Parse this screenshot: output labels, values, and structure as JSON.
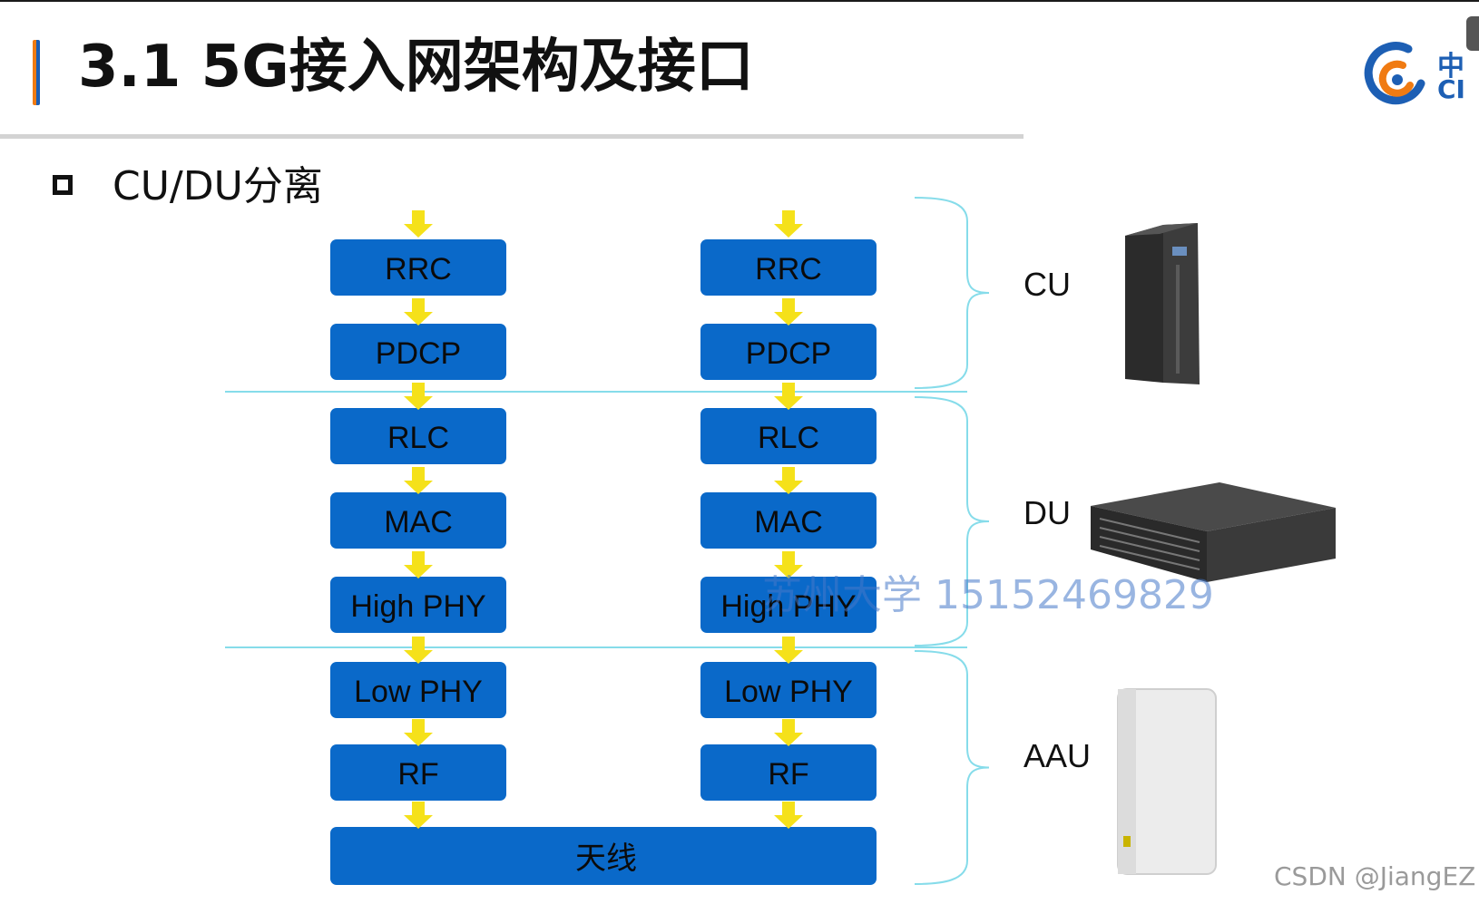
{
  "header": {
    "title": "3.1 5G接入网架构及接口",
    "logo_line1": "中",
    "logo_line2": "CI",
    "accent_orange": "#f07b12",
    "accent_blue": "#1d5fb4"
  },
  "section": {
    "subtitle": "CU/DU分离"
  },
  "diagram": {
    "stack_left": [
      "RRC",
      "PDCP",
      "RLC",
      "MAC",
      "High PHY",
      "Low PHY",
      "RF"
    ],
    "stack_right": [
      "RRC",
      "PDCP",
      "RLC",
      "MAC",
      "High PHY",
      "Low PHY",
      "RF"
    ],
    "antenna": "天线",
    "groups": [
      "CU",
      "DU",
      "AAU"
    ],
    "box_color": "#0a69c9",
    "arrow_color": "#f5e11a",
    "divider_color": "#86dcea"
  },
  "watermark": "苏州大学 15152469829",
  "credit": "CSDN @JiangEZ"
}
